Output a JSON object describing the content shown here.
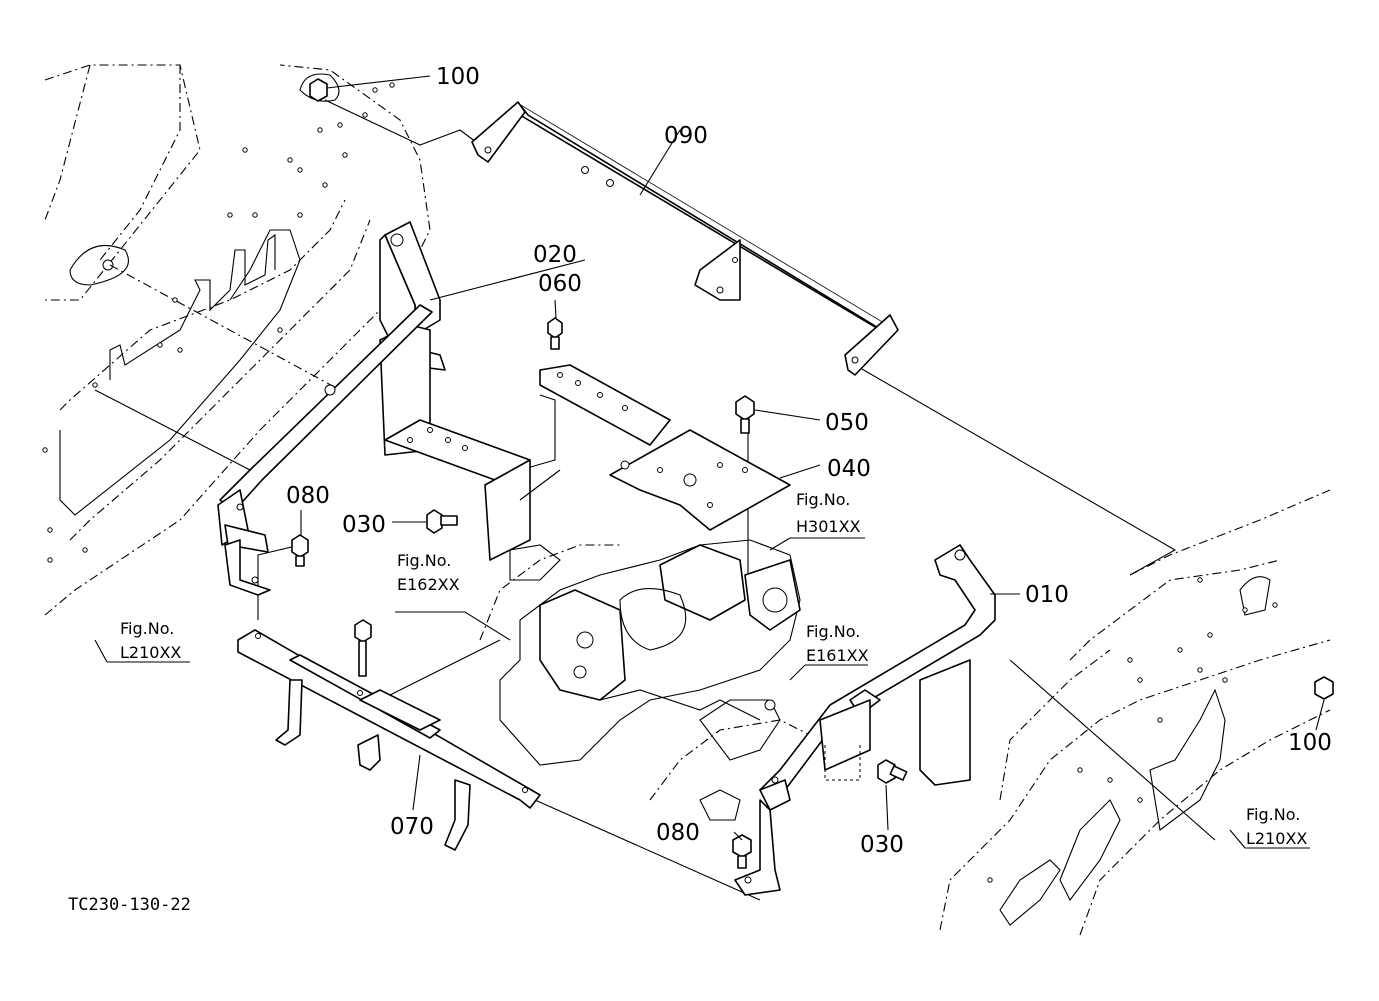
{
  "diagram_code": "TC230-130-22",
  "callouts": [
    {
      "id": "c-100-top",
      "text": "100"
    },
    {
      "id": "c-090",
      "text": "090"
    },
    {
      "id": "c-020",
      "text": "020"
    },
    {
      "id": "c-060",
      "text": "060"
    },
    {
      "id": "c-050",
      "text": "050"
    },
    {
      "id": "c-040",
      "text": "040"
    },
    {
      "id": "c-080-left",
      "text": "080"
    },
    {
      "id": "c-030-left",
      "text": "030"
    },
    {
      "id": "c-010",
      "text": "010"
    },
    {
      "id": "c-100-right",
      "text": "100"
    },
    {
      "id": "c-070",
      "text": "070"
    },
    {
      "id": "c-080-bottom",
      "text": "080"
    },
    {
      "id": "c-030-bottom",
      "text": "030"
    }
  ],
  "figure_refs": [
    {
      "label": "Fig.No.",
      "code": "H301XX"
    },
    {
      "label": "Fig.No.",
      "code": "E162XX"
    },
    {
      "label": "Fig.No.",
      "code": "E161XX"
    },
    {
      "label": "Fig.No.",
      "code": "L210XX"
    },
    {
      "label": "Fig.No.",
      "code": "L210XX"
    }
  ]
}
